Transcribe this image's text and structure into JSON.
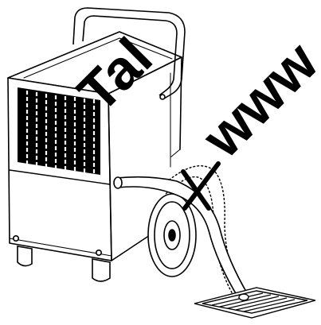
{
  "illustration": {
    "subject": "dehumidifier-drain-hose-installation",
    "line_color": "#000000",
    "background_color": "#ffffff",
    "cross_mark_color": "#000000"
  },
  "watermark": {
    "text_left": "Tal",
    "text_right": "www",
    "color": "#000000"
  }
}
